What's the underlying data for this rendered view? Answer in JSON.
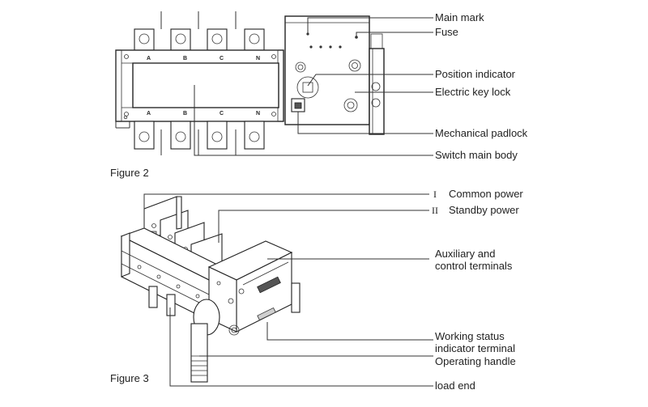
{
  "figure2": {
    "caption": "Figure 2",
    "phases_top": [
      "A",
      "B",
      "C",
      "N"
    ],
    "phases_bottom": [
      "A",
      "B",
      "C",
      "N"
    ],
    "labels": {
      "main_mark": "Main mark",
      "fuse": "Fuse",
      "position_indicator": "Position indicator",
      "electric_key_lock": "Electric key lock",
      "mechanical_padlock": "Mechanical padlock",
      "switch_main_body": "Switch main body"
    }
  },
  "figure3": {
    "caption": "Figure 3",
    "labels": {
      "common_power_marker": "I",
      "common_power": "Common power",
      "standby_power_marker": "II",
      "standby_power": "Standby power",
      "auxiliary_line1": "Auxiliary and",
      "auxiliary_line2": "control terminals",
      "working_status_line1": "Working status",
      "working_status_line2": "indicator terminal",
      "operating_handle": "Operating handle",
      "load_end": "load end"
    }
  }
}
